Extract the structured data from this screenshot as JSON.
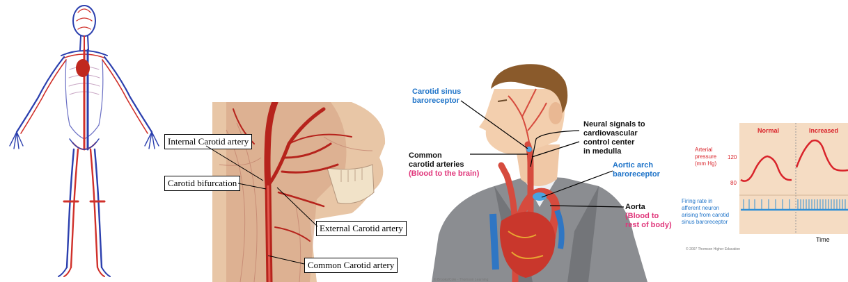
{
  "carotid_panel": {
    "labels": {
      "internal": "Internal Carotid artery",
      "bifurcation": "Carotid bifurcation",
      "external": "External Carotid artery",
      "common": "Common Carotid artery"
    }
  },
  "baroreceptor_panel": {
    "sinus_line1": "Carotid sinus",
    "sinus_line2": "baroreceptor",
    "common_line1": "Common",
    "common_line2": "carotid arteries",
    "common_note": "(Blood to the brain)",
    "neural_line1": "Neural signals to",
    "neural_line2": "cardiovascular",
    "neural_line3": "control center",
    "neural_line4": "in medulla",
    "aortic_line1": "Aortic arch",
    "aortic_line2": "baroreceptor",
    "aorta": "Aorta",
    "aorta_note1": "(Blood to",
    "aorta_note2": "rest of body)",
    "copyright": "© Brooks/Cole - Thomson Learning"
  },
  "graph_panel": {
    "col_normal": "Normal",
    "col_increased": "Increased",
    "ylabel_line1": "Arterial",
    "ylabel_line2": "pressure",
    "ylabel_line3": "(mm Hg)",
    "tick_120": "120",
    "tick_80": "80",
    "firing_line1": "Firing rate in",
    "firing_line2": "afferent neuron",
    "firing_line3": "arising from carotid",
    "firing_line4": "sinus baroreceptor",
    "xlabel": "Time",
    "copyright": "© 2007 Thomson Higher Education"
  },
  "colors": {
    "artery": "#d0302a",
    "vein": "#2b3fae",
    "graph_bg": "#f5dcc3",
    "label_blue": "#1e73c8",
    "label_pink": "#e0357a"
  }
}
